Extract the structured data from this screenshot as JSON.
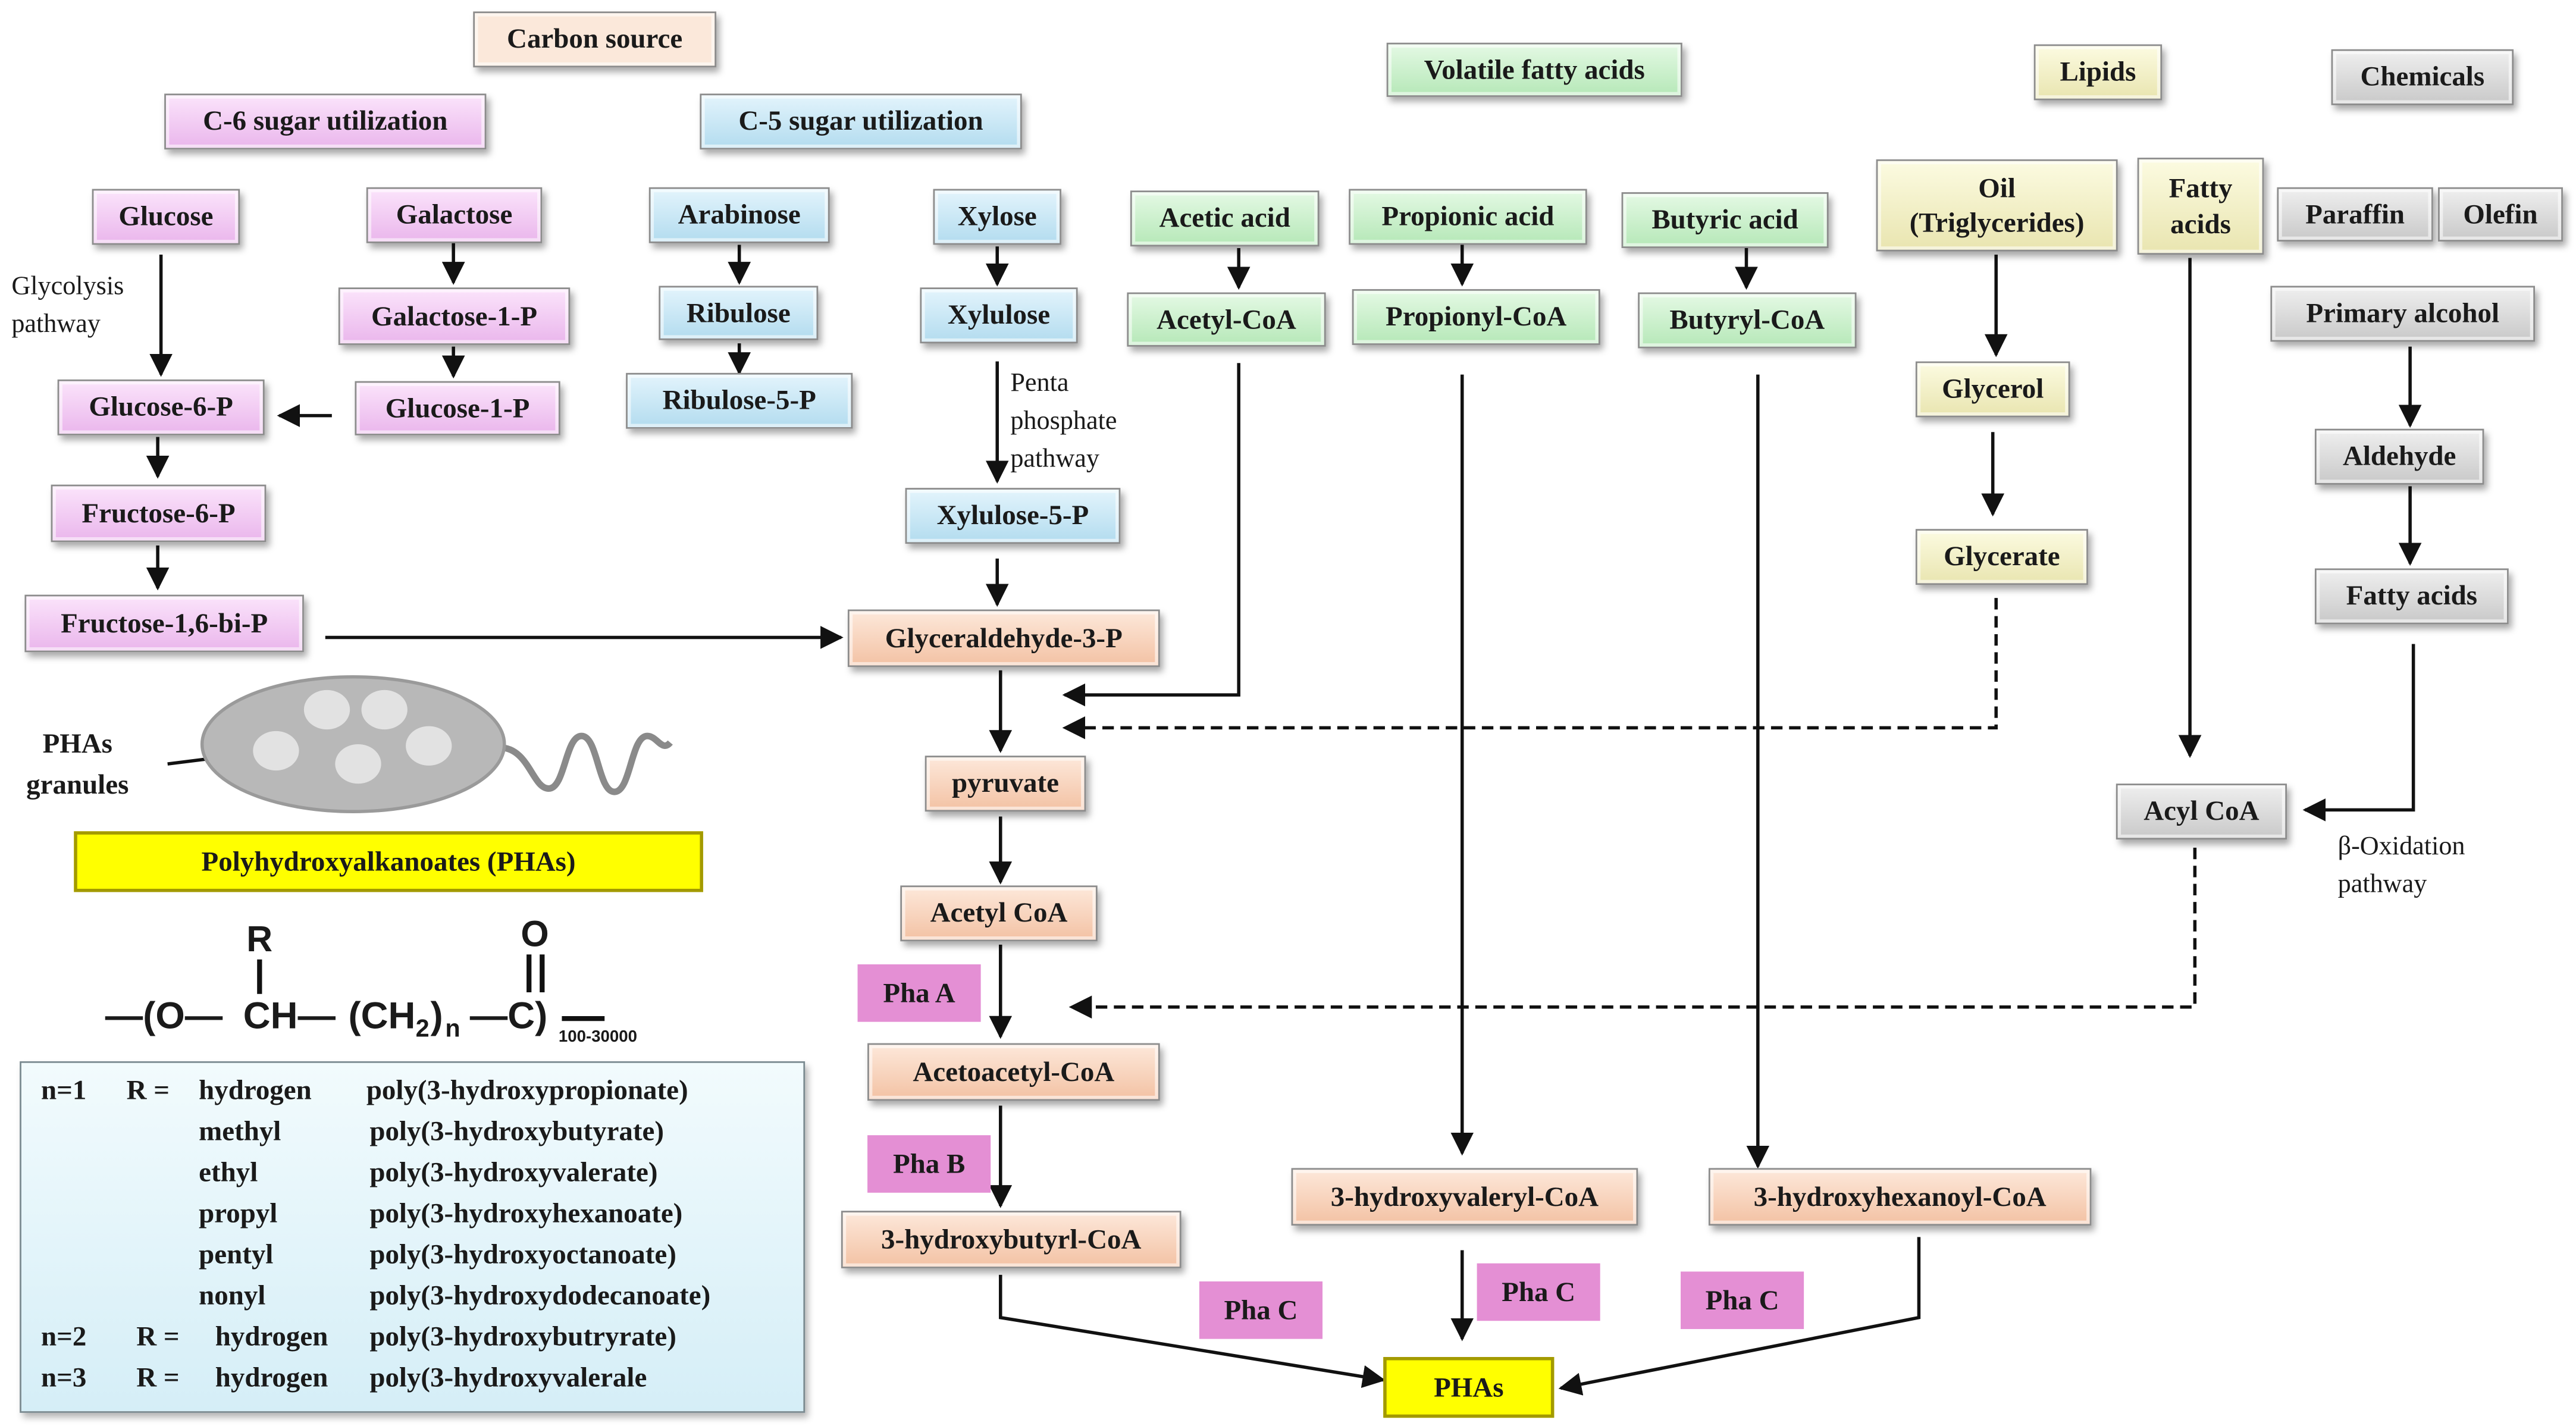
{
  "diagram": {
    "headers": {
      "carbon_source": "Carbon source",
      "c6": "C-6 sugar utilization",
      "c5": "C-5 sugar utilization",
      "vfa": "Volatile fatty acids",
      "lipids": "Lipids",
      "chemicals": "Chemicals"
    },
    "nodes": {
      "glucose": "Glucose",
      "galactose": "Galactose",
      "galactose_1_p": "Galactose-1-P",
      "glucose_1_p": "Glucose-1-P",
      "glucose_6_p": "Glucose-6-P",
      "fructose_6_p": "Fructose-6-P",
      "fructose_16_bi_p": "Fructose-1,6-bi-P",
      "arabinose": "Arabinose",
      "ribulose": "Ribulose",
      "ribulose_5_p": "Ribulose-5-P",
      "xylose": "Xylose",
      "xylulose": "Xylulose",
      "xylulose_5_p": "Xylulose-5-P",
      "acetic_acid": "Acetic acid",
      "acetyl_coa_vfa": "Acetyl-CoA",
      "propionic_acid": "Propionic acid",
      "propionyl_coa": "Propionyl-CoA",
      "butyric_acid": "Butyric acid",
      "butyryl_coa": "Butyryl-CoA",
      "oil": "Oil\n(Triglycerides)",
      "fatty_acids_lipid": "Fatty\nacids",
      "glycerol": "Glycerol",
      "glycerate": "Glycerate",
      "paraffin": "Paraffin",
      "olefin": "Olefin",
      "primary_alcohol": "Primary alcohol",
      "aldehyde": "Aldehyde",
      "fatty_acids_chem": "Fatty acids",
      "acyl_coa": "Acyl CoA",
      "glyceraldehyde_3_p": "Glyceraldehyde-3-P",
      "pyruvate": "pyruvate",
      "acetyl_coa": "Acetyl CoA",
      "acetoacetyl_coa": "Acetoacetyl-CoA",
      "hydroxybutyryl_coa": "3-hydroxybutyrl-CoA",
      "hydroxyvaleryl_coa": "3-hydroxyvaleryl-CoA",
      "hydroxyhexanoyl_coa": "3-hydroxyhexanoyl-CoA",
      "phas": "PHAs"
    },
    "enzymes": {
      "pha_a": "Pha A",
      "pha_b": "Pha B",
      "pha_c_1": "Pha C",
      "pha_c_2": "Pha C",
      "pha_c_3": "Pha C"
    },
    "pathway_labels": {
      "glycolysis": "Glycolysis\npathway",
      "pentose": "Penta\nphosphate\npathway",
      "beta_oxidation": "β-Oxidation\npathway",
      "pha_granules": "PHAs\ngranules"
    },
    "pha_title": "Polyhydroxyalkanoates (PHAs)",
    "structure": {
      "r": "R",
      "o_atom": "O",
      "backbone_left": "—(O—",
      "ch": "CH—",
      "ch2_open": "(CH",
      "ch2_sub": "2",
      "ch2_close": ")",
      "n_sub": "n",
      "c_close": "—C)",
      "repeat": "100-30000"
    },
    "table": [
      {
        "n": "n=1",
        "r": "R =",
        "group": "hydrogen",
        "polymer": "poly(3-hydroxypropionate)"
      },
      {
        "n": "",
        "r": "",
        "group": "methyl",
        "polymer": "poly(3-hydroxybutyrate)"
      },
      {
        "n": "",
        "r": "",
        "group": "ethyl",
        "polymer": "poly(3-hydroxyvalerate)"
      },
      {
        "n": "",
        "r": "",
        "group": "propyl",
        "polymer": "poly(3-hydroxyhexanoate)"
      },
      {
        "n": "",
        "r": "",
        "group": "pentyl",
        "polymer": "poly(3-hydroxyoctanoate)"
      },
      {
        "n": "",
        "r": "",
        "group": "nonyl",
        "polymer": "poly(3-hydroxydodecanoate)"
      },
      {
        "n": "n=2",
        "r": "R =",
        "group": "hydrogen",
        "polymer": "poly(3-hydroxybutryrate)"
      },
      {
        "n": "n=3",
        "r": "R =",
        "group": "hydrogen",
        "polymer": "poly(3-hydroxyvalerale"
      }
    ],
    "colors": {
      "pink": "#eab6ec",
      "blue": "#b3dcef",
      "green": "#b6e8b8",
      "yellow": "#e9e5b0",
      "gray": "#c9c9c9",
      "peach": "#f3c2a4",
      "enzyme": "#e48fd4",
      "highlight": "#ffff00"
    }
  }
}
